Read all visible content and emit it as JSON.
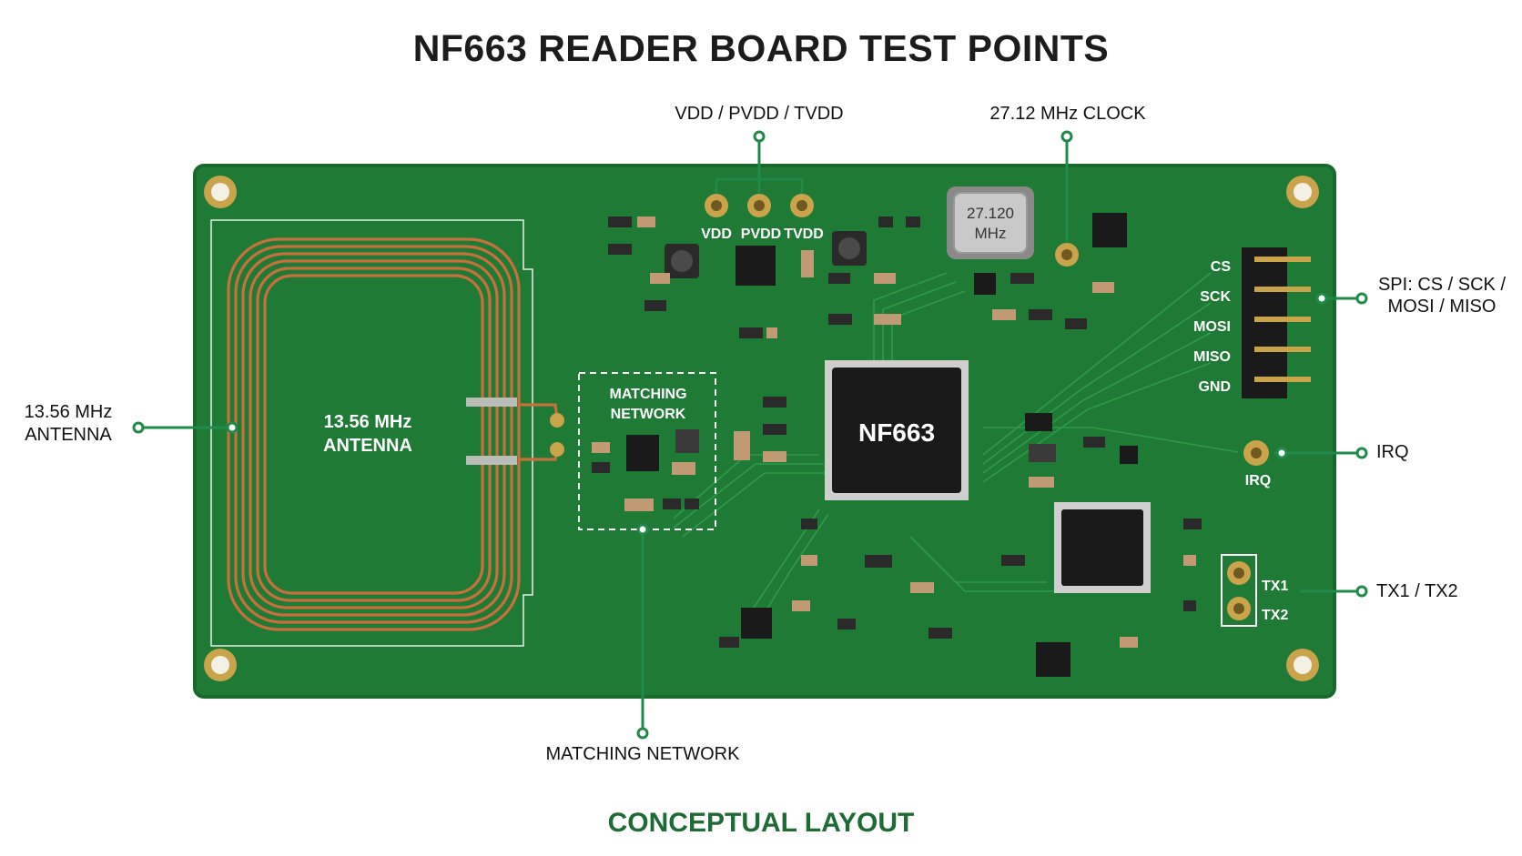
{
  "title": "NF663 READER BOARD TEST POINTS",
  "footer": "CONCEPTUAL LAYOUT",
  "colors": {
    "pcb": "#1f7a35",
    "pcb_edge": "#17692c",
    "copper": "#c8703a",
    "gold": "#c9a44a",
    "callout": "#1f8a4a",
    "chip": "#1a1a1a",
    "silk": "#ffffff"
  },
  "callouts": {
    "vdd": "VDD / PVDD / TVDD",
    "clock": "27.12 MHz CLOCK",
    "antenna": [
      "13.56 MHz",
      "ANTENNA"
    ],
    "spi": [
      "SPI: CS / SCK /",
      "MOSI / MISO"
    ],
    "irq": "IRQ",
    "tx": "TX1 / TX2",
    "matching": "MATCHING NETWORK"
  },
  "silkscreen": {
    "vdd_pads": [
      "VDD",
      "PVDD",
      "TVDD"
    ],
    "crystal": [
      "27.120",
      "MHz"
    ],
    "antenna": [
      "13.56 MHz",
      "ANTENNA"
    ],
    "matching": [
      "MATCHING",
      "NETWORK"
    ],
    "chip": "NF663",
    "spi_pins": [
      "CS",
      "SCK",
      "MOSI",
      "MISO",
      "GND"
    ],
    "irq": "IRQ",
    "tx_pads": [
      "TX1",
      "TX2"
    ]
  },
  "icons": {
    "mounting_hole": "mounting-hole-icon",
    "test_point": "test-point-icon"
  }
}
